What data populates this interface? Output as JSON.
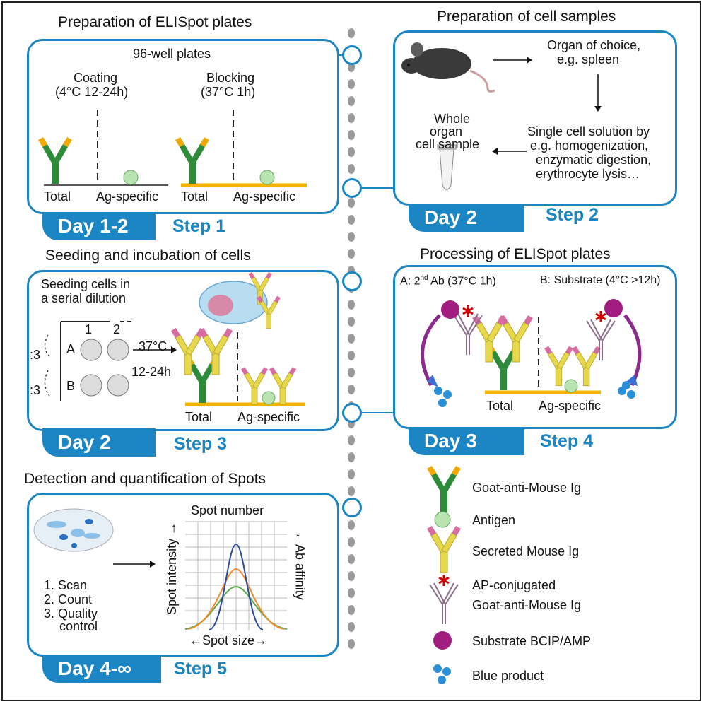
{
  "colors": {
    "accent": "#1b86c3",
    "antibody_goat": "#2e8b3a",
    "antibody_secreted": "#e6d84a",
    "antibody_tip": "#d86ca0",
    "antigen": "#b9e3b0",
    "substrate": "#a11d7f",
    "blue_product": "#2a8fd6",
    "plate": "#f2b400",
    "ap_star": "#d40000"
  },
  "panel1": {
    "title": "Preparation of ELISpot plates",
    "subtitle": "96-well plates",
    "coating": "Coating",
    "coating_cond": "(4°C 12-24h)",
    "blocking": "Blocking",
    "blocking_cond": "(37°C 1h)",
    "total": "Total",
    "ag_specific": "Ag-specific",
    "day": "Day 1-2",
    "step": "Step 1"
  },
  "panel2": {
    "title": "Preparation of cell samples",
    "organ_line1": "Organ of choice,",
    "organ_line2": "e.g. spleen",
    "whole_line1": "Whole",
    "whole_line2": "organ",
    "whole_line3": "cell sample",
    "single_line1": "Single cell solution by",
    "single_line2": "e.g. homogenization,",
    "single_line3": "enzymatic digestion,",
    "single_line4": "erythrocyte lysis…",
    "day": "Day 2",
    "step": "Step 2"
  },
  "panel3": {
    "title": "Seeding and incubation of cells",
    "seeding_line1": "Seeding cells in",
    "seeding_line2": "a serial dilution",
    "col1": "1",
    "col2": "2",
    "rowA": "A",
    "rowB": "B",
    "dil1": ":3",
    "dil2": ":3",
    "temp": "37°C",
    "time": "12-24h",
    "total": "Total",
    "ag_specific": "Ag-specific",
    "day": "Day 2",
    "step": "Step 3"
  },
  "panel4": {
    "title": "Processing of ELISpot plates",
    "a_label": "A: 2",
    "a_sup": "nd",
    "a_rest": " Ab (37°C 1h)",
    "b_label": "B: Substrate (4°C >12h)",
    "total": "Total",
    "ag_specific": "Ag-specific",
    "day": "Day 3",
    "step": "Step 4"
  },
  "panel5": {
    "title": "Detection and quantification of Spots",
    "list1": "1. Scan",
    "list2": "2. Count",
    "list3": "3. Quality",
    "list3b": "control",
    "spot_number": "Spot number",
    "y_label": "Spot intensity →",
    "x_label": "←Spot size→",
    "right_label": "←Ab affinity",
    "day": "Day 4-∞",
    "step": "Step 5"
  },
  "legend": [
    {
      "icon": "goat-anti-mouse-ig-icon",
      "label": "Goat-anti-Mouse Ig"
    },
    {
      "icon": "antigen-icon",
      "label": "Antigen"
    },
    {
      "icon": "secreted-mouse-ig-icon",
      "label": "Secreted Mouse Ig"
    },
    {
      "icon": "ap-conjugated-ig-icon",
      "label": "AP-conjugated",
      "label2": "Goat-anti-Mouse Ig"
    },
    {
      "icon": "substrate-icon",
      "label": "Substrate BCIP/AMP"
    },
    {
      "icon": "blue-product-icon",
      "label": "Blue product"
    }
  ]
}
